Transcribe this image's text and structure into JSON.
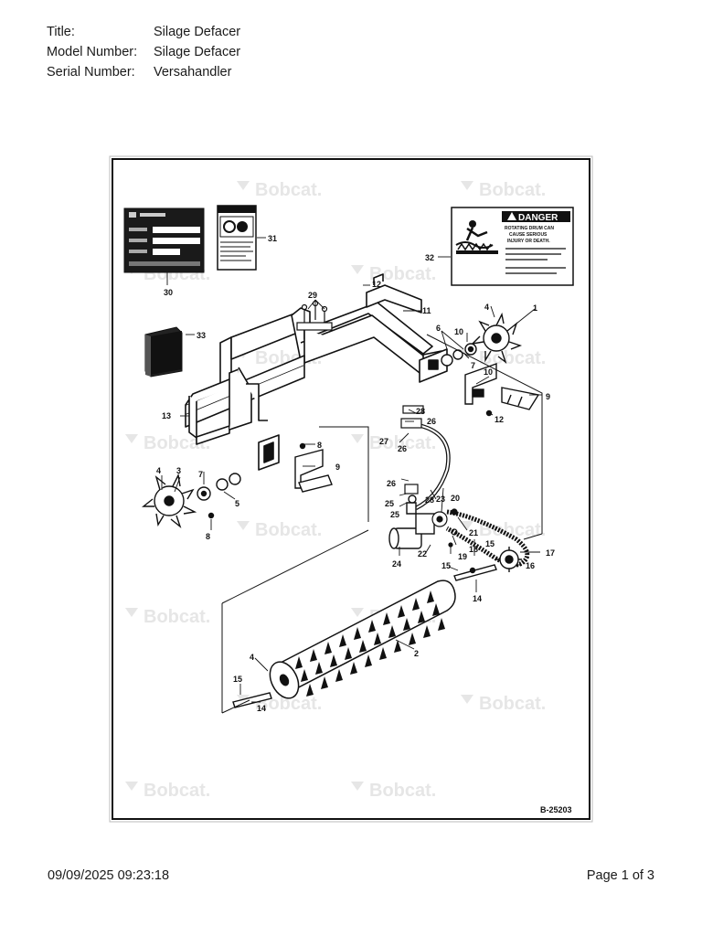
{
  "meta": {
    "rows": [
      {
        "label": "Title:",
        "value": "Silage Defacer"
      },
      {
        "label": "Model Number:",
        "value": "Silage Defacer"
      },
      {
        "label": "Serial Number:",
        "value": "Versahandler"
      }
    ]
  },
  "diagram": {
    "watermark": "Bobcat.",
    "drawing_number": "B-25203",
    "danger_decal": {
      "header": "DANGER",
      "line1": "ROTATING DRUM CAN",
      "line2": "CAUSE SERIOUS",
      "line3": "INJURY OR DEATH."
    },
    "callouts": [
      "1",
      "2",
      "3",
      "4",
      "5",
      "6",
      "7",
      "8",
      "9",
      "10",
      "11",
      "12",
      "13",
      "14",
      "15",
      "16",
      "17",
      "18",
      "19",
      "20",
      "21",
      "22",
      "23",
      "24",
      "25",
      "26",
      "27",
      "28",
      "29",
      "30",
      "31",
      "32",
      "33"
    ]
  },
  "footer": {
    "timestamp": "09/09/2025 09:23:18",
    "page": "Page 1 of 3"
  }
}
